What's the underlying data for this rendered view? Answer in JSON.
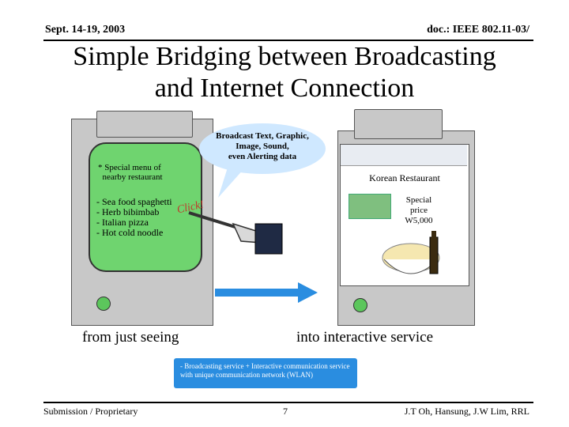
{
  "header": {
    "date": "Sept. 14-19, 2003",
    "doc_id": "doc.: IEEE 802.11-03/"
  },
  "title": {
    "line1": "Simple Bridging between Broadcasting",
    "line2": "and Internet Connection"
  },
  "left_device": {
    "special_menu_label": "* Special menu of\n  nearby restaurant",
    "menu_items": [
      "- Sea food spaghetti",
      "- Herb bibimbab",
      "- Italian pizza",
      "- Hot cold noodle"
    ],
    "click_label": "Click!"
  },
  "bubble": {
    "text": "Broadcast Text, Graphic,\nImage, Sound,\neven Alerting data"
  },
  "right_device": {
    "restaurant_name": "Korean Restaurant",
    "special_label": "Special\nprice\nW5,000"
  },
  "captions": {
    "left": "from just seeing",
    "right": "into interactive service"
  },
  "info_box": {
    "text": "- Broadcasting service + Interactive communication service\n  with unique communication network (WLAN)"
  },
  "footer": {
    "left": "Submission / Proprietary",
    "page": "7",
    "right": "J.T Oh, Hansung, J.W Lim, RRL"
  },
  "colors": {
    "green_screen": "#6fd46f",
    "bubble": "#cfe8ff",
    "arrow": "#2a8de0",
    "info_box": "#2a8de0"
  }
}
